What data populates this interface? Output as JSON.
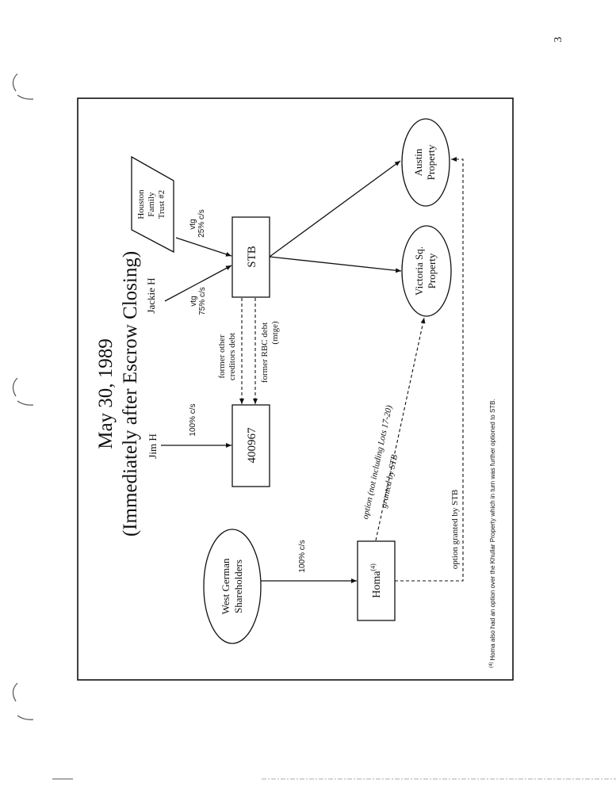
{
  "page": {
    "page_number": "3"
  },
  "diagram": {
    "title_line1": "May 30, 1989",
    "title_line2": "(Immediately after Escrow Closing)",
    "nodes": {
      "houston_trust": [
        "Houston",
        "Family",
        "Trust #2"
      ],
      "jackie": "Jackie H",
      "jim": "Jim H",
      "stb": "STB",
      "co_400967": "400967",
      "west_german": [
        "West German",
        "Shareholders"
      ],
      "homa": "Homa",
      "homa_sup": "(4)",
      "victoria": [
        "Victoria Sq.",
        "Property"
      ],
      "austin": [
        "Austin",
        "Property"
      ]
    },
    "edges": {
      "houston_to_stb": [
        "vtg",
        "25% c/s"
      ],
      "jackie_to_stb": [
        "vtg",
        "75% c/s"
      ],
      "jim_to_400967": "100% c/s",
      "stb_to_400967_a": [
        "former other",
        "creditors debt"
      ],
      "stb_to_400967_b": [
        "former RBC debt",
        "(mtge)"
      ],
      "westgerman_to_homa": "100% c/s",
      "homa_to_victoria": [
        "option (not including Lots 17-20)",
        "granted by STB"
      ],
      "homa_to_austin": "option granted by STB"
    },
    "footnote_mark": "(4)",
    "footnote": "Homa also had an option over the Khullar Property which in turn was further optioned to STB."
  }
}
